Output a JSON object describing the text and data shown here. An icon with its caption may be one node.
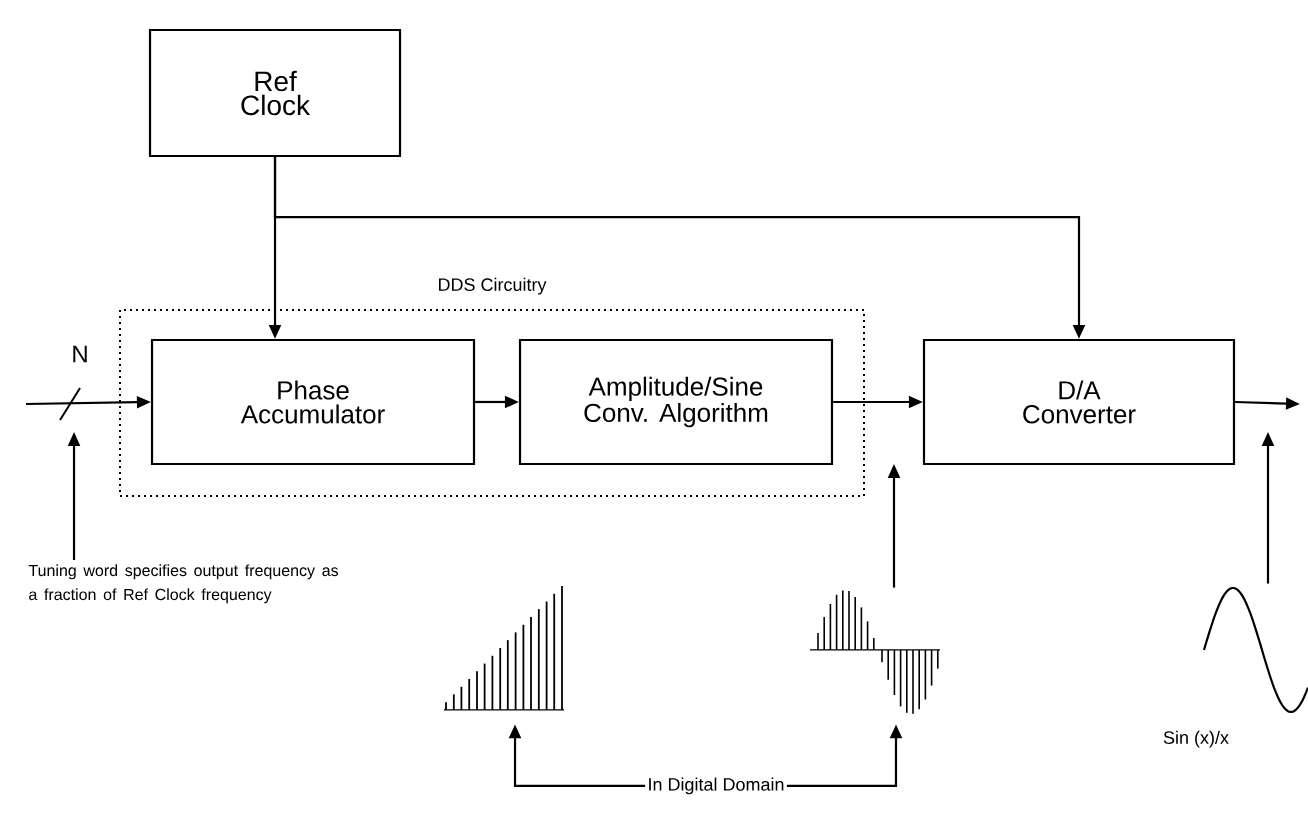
{
  "diagram": {
    "nodes": [
      {
        "text": [
          "Ref Clock"
        ]
      },
      {
        "text": [
          "DDS Circuitry"
        ]
      },
      {
        "text": [
          "Phase Accumulator"
        ],
        "in": 1
      },
      {
        "text": [
          "Amplitude/Sine Conv. Algorithm"
        ],
        "in": 1
      },
      {
        "text": [
          "D/A Converter"
        ]
      },
      {
        "text": [
          "Tuning word specifies output frequency as a fraction of Ref Clock frequency"
        ]
      },
      {
        "text": [],
        "shape": "picture"
      },
      {
        "text": [],
        "shape": "picture"
      },
      {
        "text": [],
        "shape": "picture",
        "beside": [
          "Sin (x)/x"
        ]
      },
      {
        "text": [
          "In Digital Domain"
        ]
      }
    ],
    "edges": [
      {
        "from": 0,
        "to": 2,
        "arrow": "to"
      },
      {
        "from": 0,
        "to": 4,
        "arrow": "to"
      },
      {
        "from": null,
        "to": 2,
        "arrow": "to"
      },
      {
        "from": 2,
        "to": 3,
        "arrow": "to"
      },
      {
        "from": 3,
        "to": 4,
        "arrow": "to"
      },
      {
        "from": 4,
        "to": null,
        "arrow": "to"
      },
      {
        "from": 5,
        "to": null,
        "arrow": "to"
      },
      {
        "from": 7,
        "to": null,
        "arrow": "to"
      },
      {
        "from": 8,
        "to": null,
        "arrow": "to"
      },
      {
        "from": 9,
        "to": 6,
        "arrow": "to"
      },
      {
        "from": 9,
        "to": 7,
        "arrow": "to"
      }
    ],
    "labels": [
      "N"
    ]
  }
}
